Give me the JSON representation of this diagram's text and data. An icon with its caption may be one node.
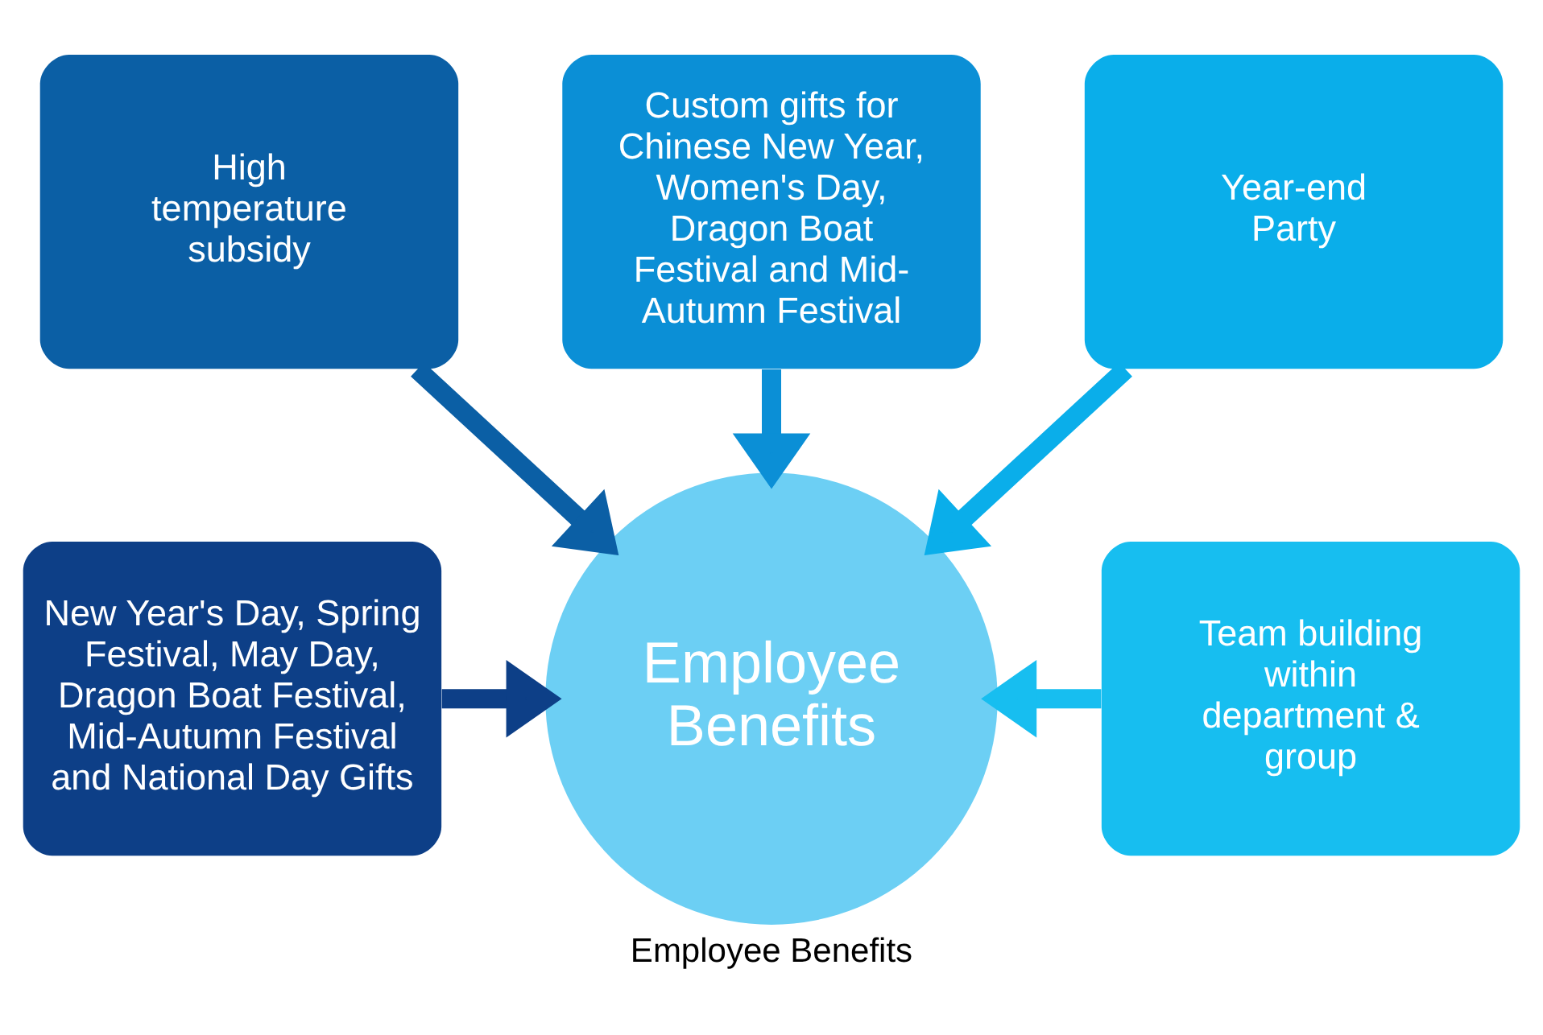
{
  "diagram": {
    "caption": "Employee Benefits",
    "nodes": [
      {
        "text": [
          "Custom gifts for Chinese New Year, Women's Day, Dragon Boat Festival and Mid-Autumn Festival"
        ]
      },
      {
        "text": [
          "High temperature subsidy"
        ]
      },
      {
        "text": [
          "Year-end Party"
        ]
      },
      {
        "text": [
          "New Year's Day, Spring Festival, May Day, Dragon Boat Festival, Mid-Autumn Festival and National Day Gifts"
        ]
      },
      {
        "text": [
          "Employee Benefits"
        ]
      },
      {
        "text": [
          "Team building within department & group"
        ]
      }
    ],
    "edges": [
      {
        "from": 0,
        "to": 4,
        "arrow": "to",
        "color": "#0b8fd6"
      },
      {
        "from": 1,
        "to": 4,
        "arrow": "to",
        "color": "#0b5fa5"
      },
      {
        "from": 2,
        "to": 4,
        "arrow": "to",
        "color": "#0aaeea"
      },
      {
        "from": 3,
        "to": 4,
        "arrow": "to",
        "color": "#0d3f87"
      },
      {
        "from": 5,
        "to": 4,
        "arrow": "to",
        "color": "#17bef0"
      }
    ]
  }
}
